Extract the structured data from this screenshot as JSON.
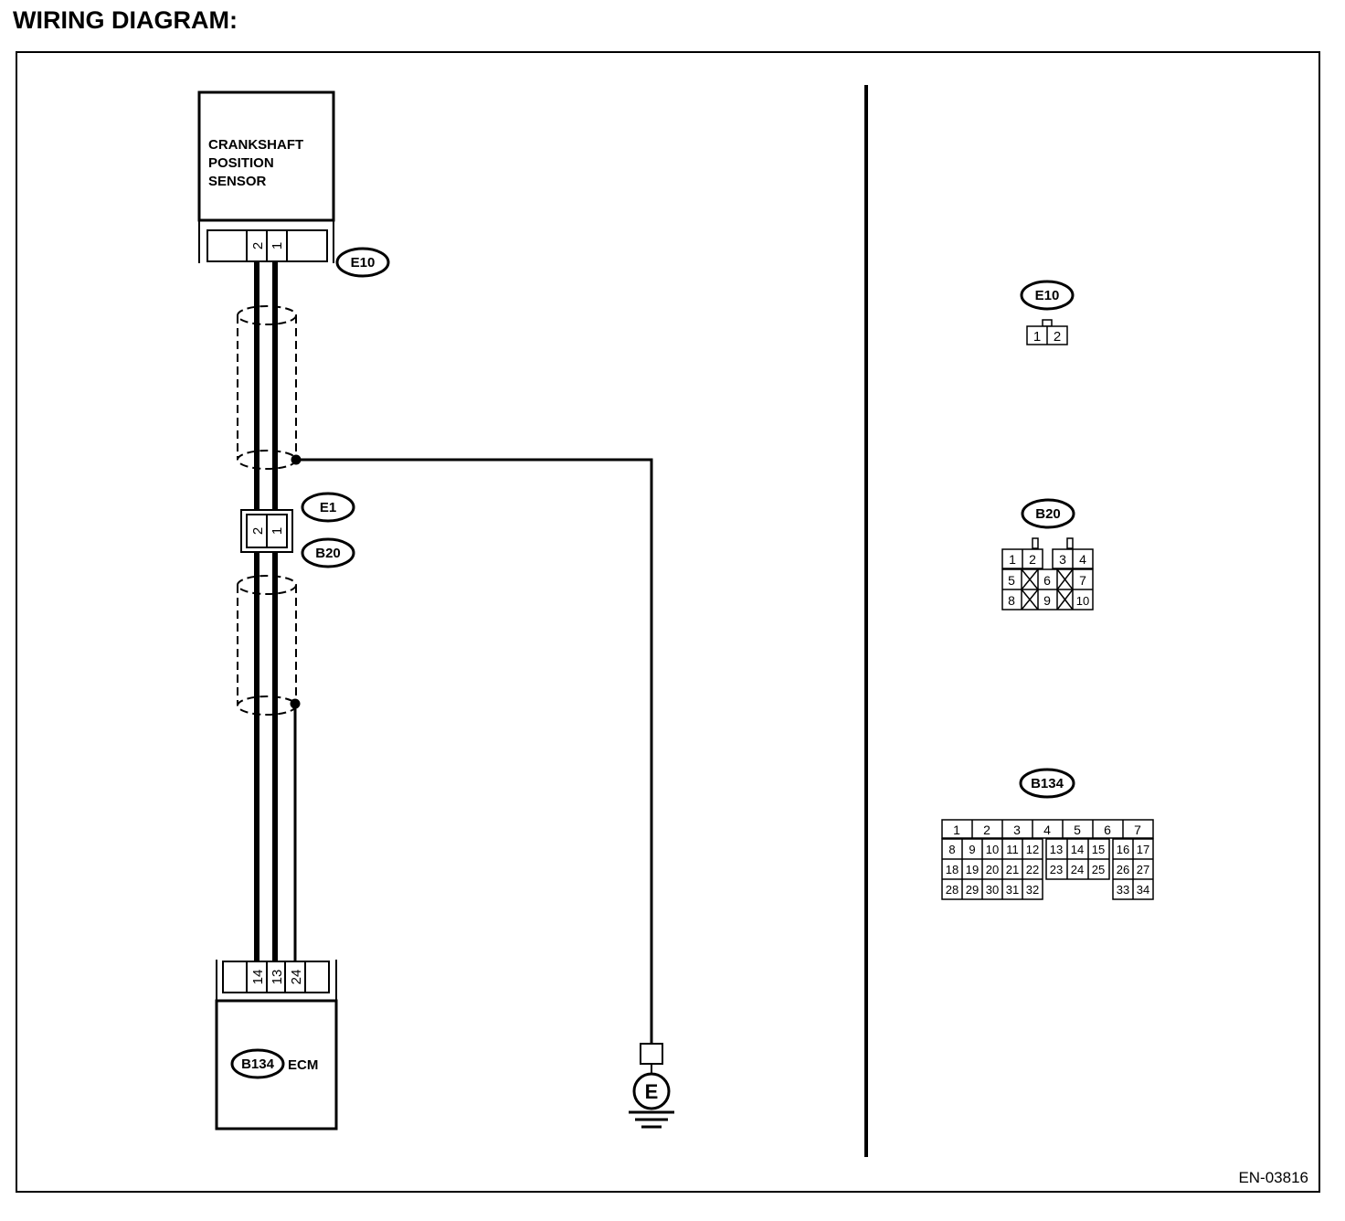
{
  "title": "WIRING DIAGRAM:",
  "figure_id": "EN-03816",
  "sensor": {
    "label_lines": [
      "CRANKSHAFT",
      "POSITION",
      "SENSOR"
    ],
    "connector": "E10",
    "pins": [
      "2",
      "1"
    ]
  },
  "joint_connector": {
    "upper": "E1",
    "lower": "B20",
    "pins": [
      "2",
      "1"
    ]
  },
  "ecm": {
    "connector": "B134",
    "label": "ECM",
    "pins": [
      "14",
      "13",
      "24"
    ]
  },
  "ground": {
    "label": "E"
  },
  "connector_views": {
    "e10": {
      "name": "E10",
      "pins": [
        "1",
        "2"
      ]
    },
    "b20": {
      "name": "B20",
      "rows": [
        [
          "1",
          "2",
          "3",
          "4"
        ],
        [
          "5",
          "6",
          "7"
        ],
        [
          "8",
          "9",
          "10"
        ]
      ]
    },
    "b134": {
      "name": "B134",
      "rows": [
        [
          "1",
          "2",
          "3",
          "4",
          "5",
          "6",
          "7"
        ],
        [
          "8",
          "9",
          "10",
          "11",
          "12",
          "13",
          "14",
          "15",
          "16",
          "17"
        ],
        [
          "18",
          "19",
          "20",
          "21",
          "22",
          "23",
          "24",
          "25",
          "26",
          "27"
        ],
        [
          "28",
          "29",
          "30",
          "31",
          "32",
          "33",
          "34"
        ]
      ]
    }
  }
}
